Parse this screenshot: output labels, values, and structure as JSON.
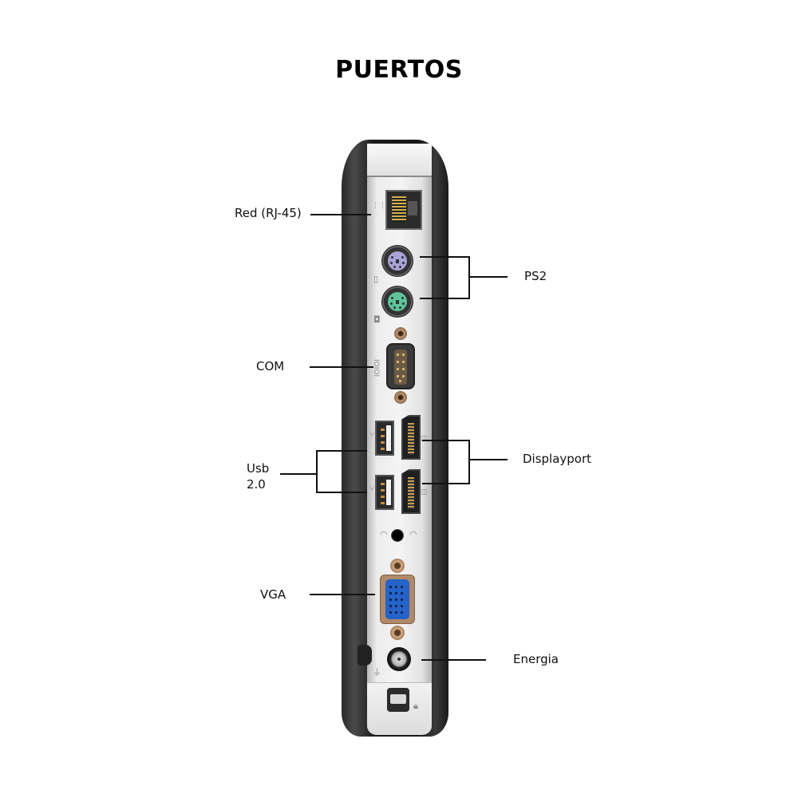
{
  "title": "PUERTOS",
  "device": {
    "description": "Thin client rear panel",
    "port_colors": {
      "ps2_keyboard": "#a9a3d8",
      "ps2_mouse": "#5cc59a",
      "vga": "#2463c8",
      "shell": "#1a1a1a",
      "panel": "#ececec"
    }
  },
  "labels": {
    "red": "Red (RJ-45)",
    "ps2": "PS2",
    "com": "COM",
    "usb_line1": "Usb",
    "usb_line2": "2.0",
    "displayport": "Displayport",
    "vga": "VGA",
    "energia": "Energia"
  },
  "icons": {
    "network": "network-icon",
    "keyboard": "keyboard-icon",
    "mouse": "mouse-icon",
    "serial": "serial-ioioi-icon",
    "usb": "usb-trident-icon",
    "displayport": "displayport-icon",
    "audio_out": "headphone-icon",
    "microphone": "microphone-icon",
    "power": "power-plug-icon",
    "lock": "padlock-icon"
  }
}
